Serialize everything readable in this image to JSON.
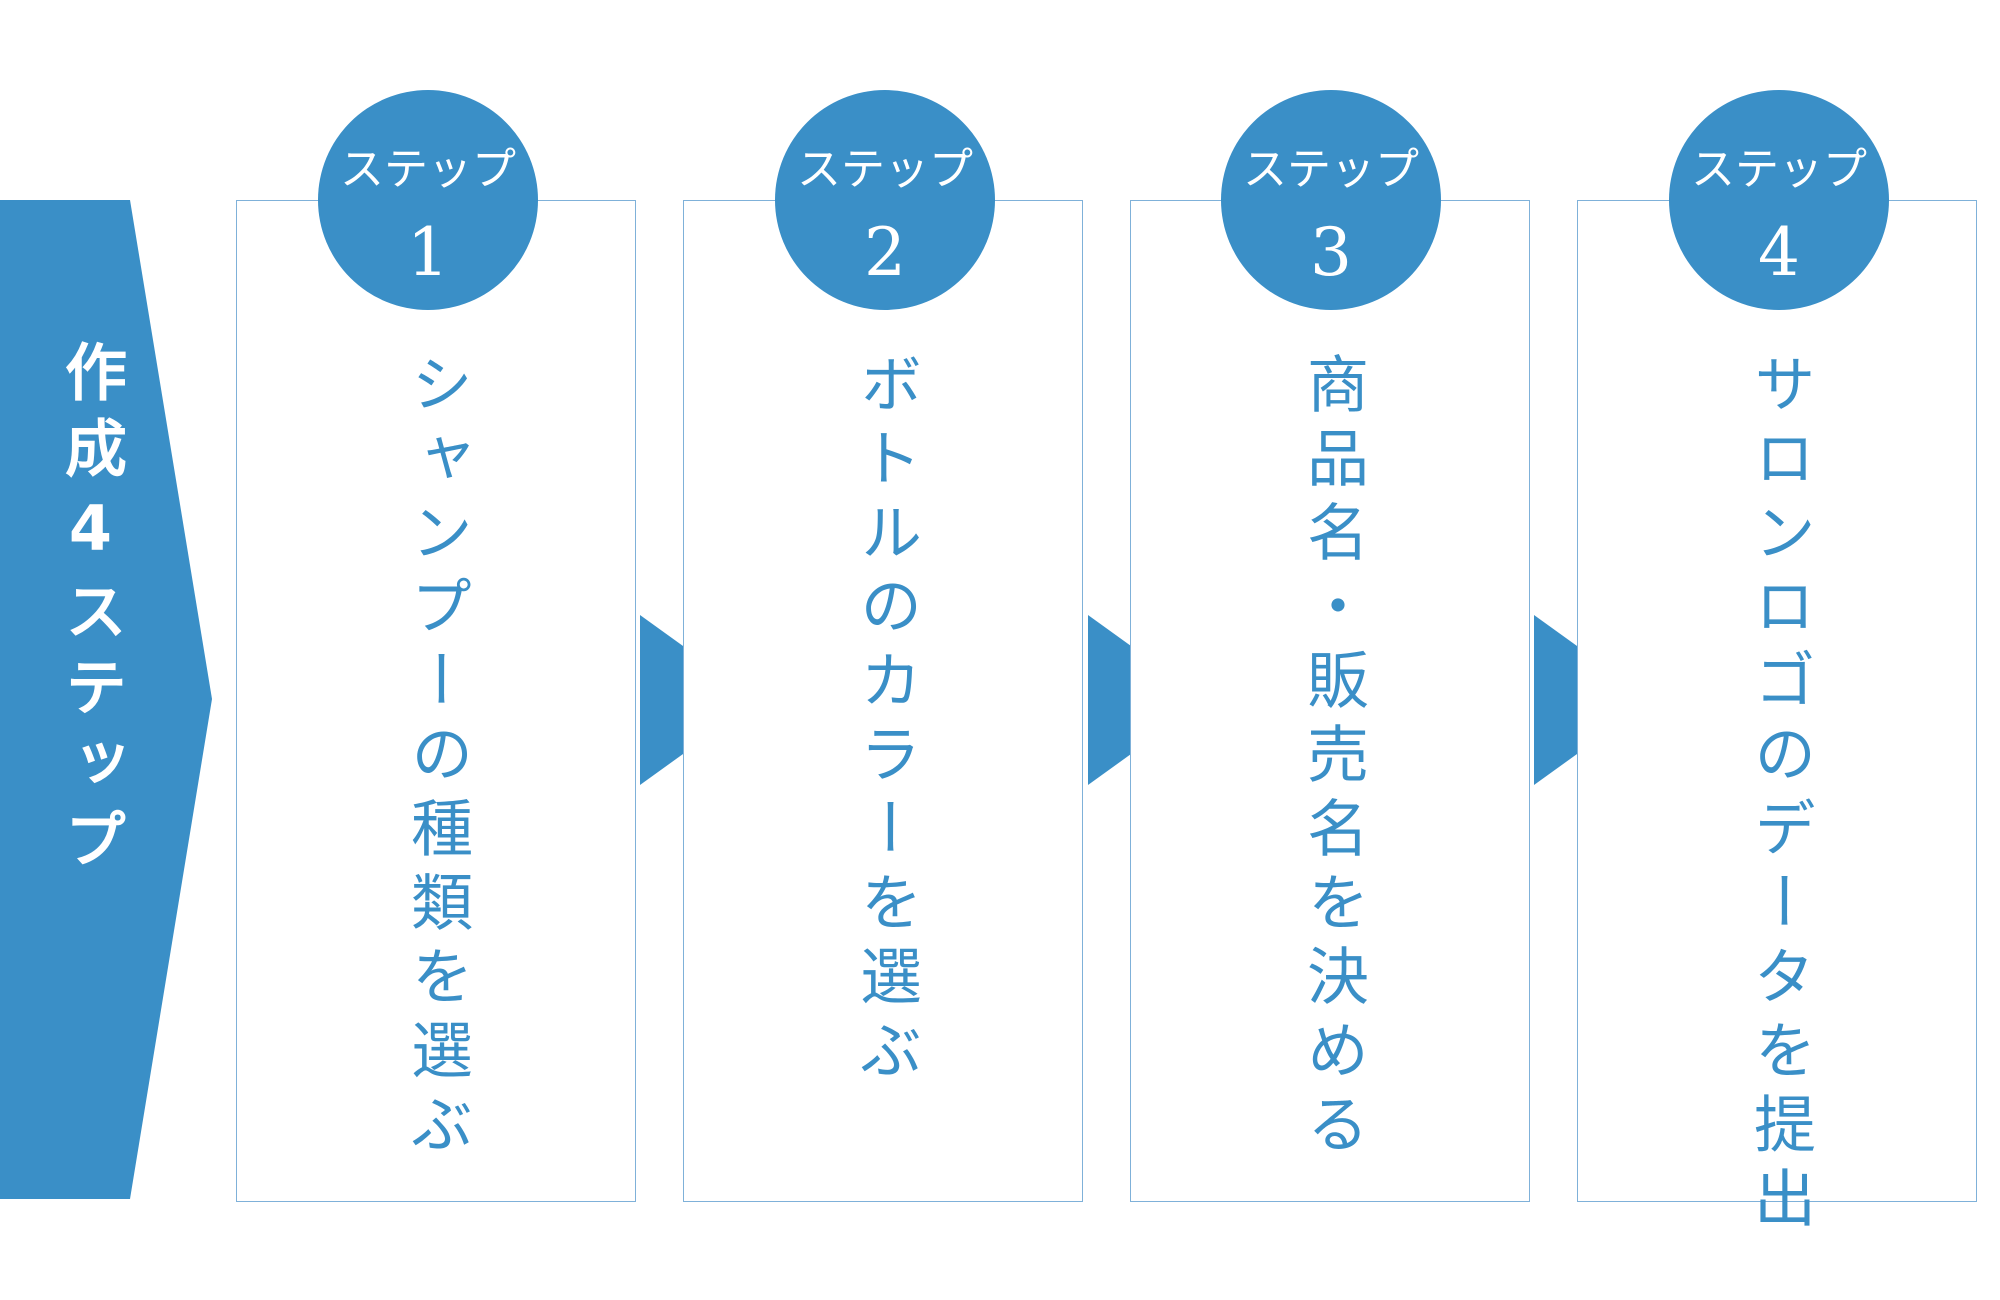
{
  "title": "作成4ステップ",
  "steps": [
    {
      "word": "ステップ",
      "number": "1",
      "text": "シャンプーの種類を選ぶ"
    },
    {
      "word": "ステップ",
      "number": "2",
      "text": "ボトルのカラーを選ぶ"
    },
    {
      "word": "ステップ",
      "number": "3",
      "text": "商品名・販売名を決める"
    },
    {
      "word": "ステップ",
      "number": "4",
      "text": "サロンロゴのデータを提出"
    }
  ],
  "colors": {
    "accent": "#3a8fc7",
    "card_border": "#7fb1d9",
    "background": "#ffffff"
  }
}
